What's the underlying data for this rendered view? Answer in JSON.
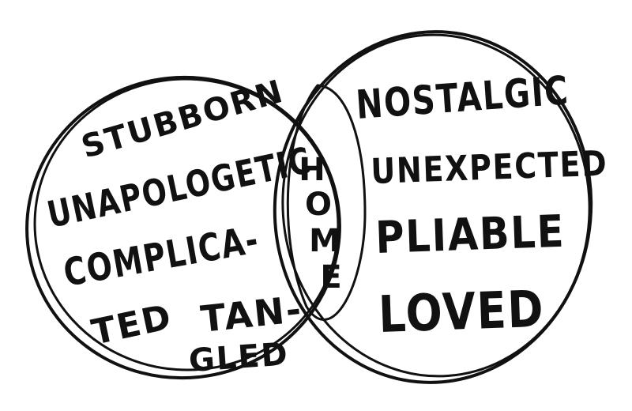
{
  "diagram": {
    "left_circle": {
      "words": [
        "STUBBORN",
        "UNAPOLOGETIC",
        "COMPLICA-",
        "TED",
        "TAN-",
        "GLED"
      ]
    },
    "center": {
      "letters": [
        "H",
        "O",
        "M",
        "E"
      ]
    },
    "right_circle": {
      "words": [
        "NOSTALGIC",
        "UNEXPECTED",
        "PLIABLE",
        "LOVED"
      ]
    },
    "colors": {
      "ink": "#111111",
      "paper": "#ffffff"
    }
  }
}
